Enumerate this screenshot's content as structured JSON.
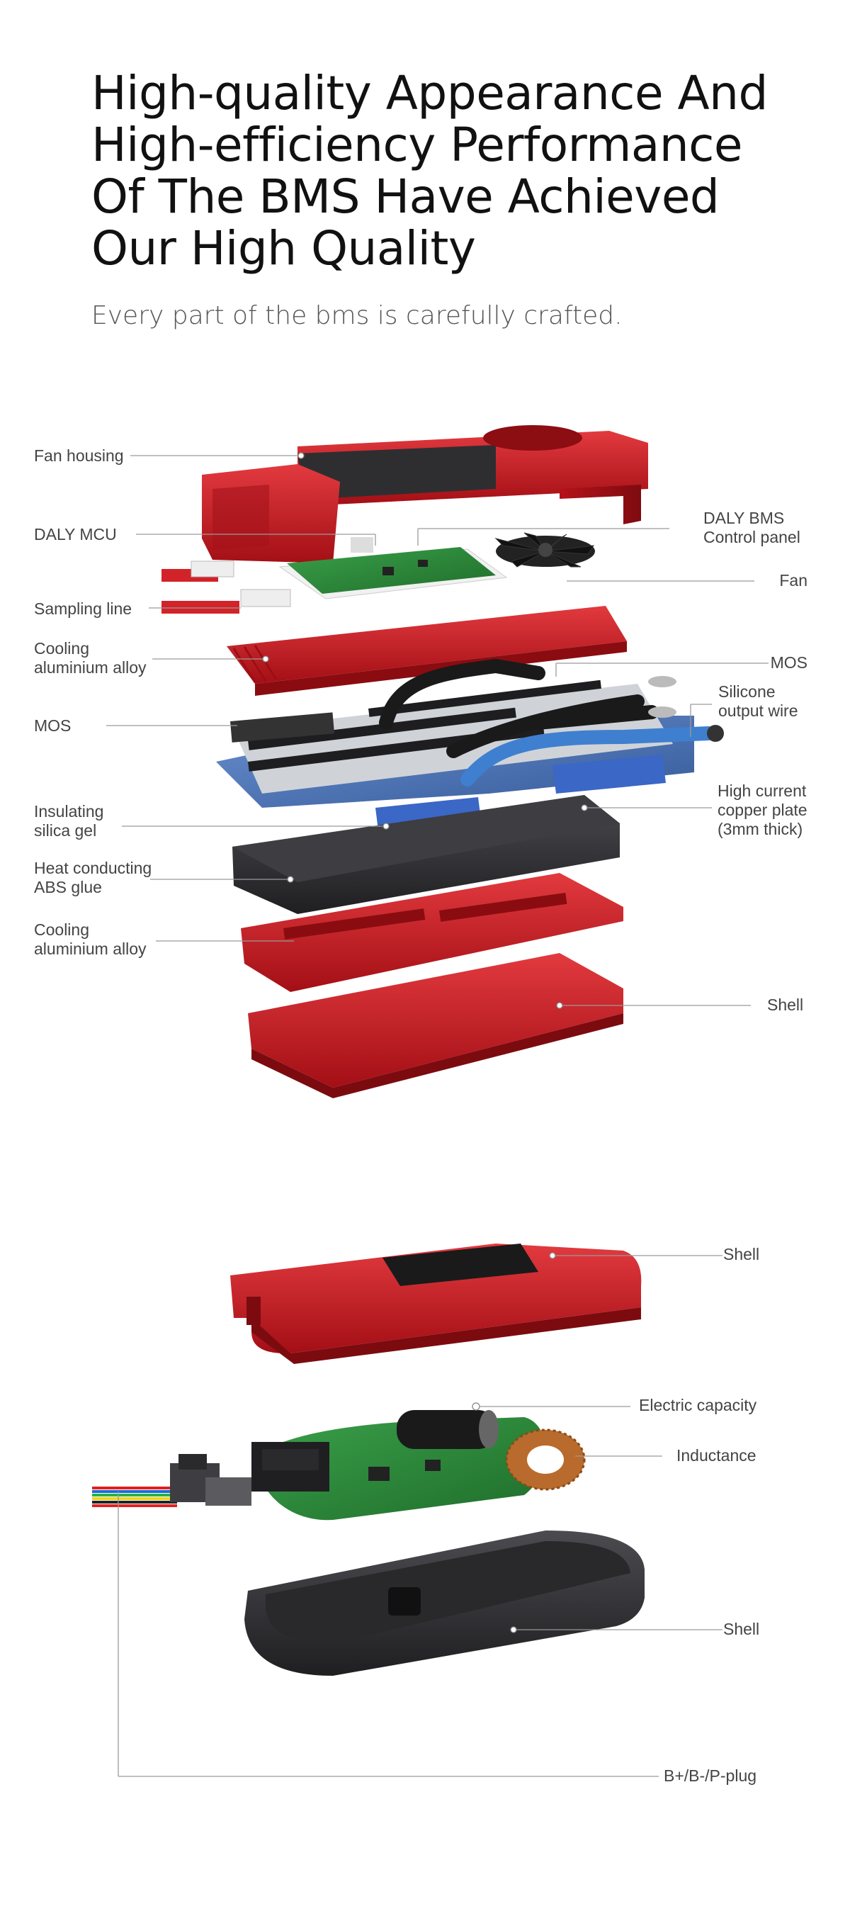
{
  "header": {
    "title_lines": [
      "High-quality Appearance And",
      "High-efficiency Performance",
      "Of The BMS Have Achieved",
      "Our High Quality"
    ],
    "subtitle": "Every part of the bms is carefully crafted."
  },
  "diagram1": {
    "labels_left": {
      "fan_housing": "Fan housing",
      "daly_mcu": "DALY MCU",
      "sampling_line": "Sampling line",
      "cooling_1": [
        "Cooling",
        "aluminium alloy"
      ],
      "mos": "MOS",
      "insulating": [
        "Insulating",
        "silica gel"
      ],
      "heat_conducting": [
        "Heat conducting",
        "ABS glue"
      ],
      "cooling_2": [
        "Cooling",
        "aluminium alloy"
      ]
    },
    "labels_right": {
      "control_panel": [
        "DALY BMS",
        "Control panel"
      ],
      "fan": "Fan",
      "mos": "MOS",
      "silicone": [
        "Silicone",
        "output wire"
      ],
      "copper": [
        "High current",
        "copper plate",
        "(3mm thick)"
      ],
      "shell": "Shell"
    }
  },
  "diagram2": {
    "labels": {
      "shell_top": "Shell",
      "capacity": "Electric capacity",
      "inductance": "Inductance",
      "shell_bottom": "Shell",
      "plug": "B+/B-/P-plug"
    }
  },
  "colors": {
    "red": "#c8161d",
    "dark_red": "#8e0f14",
    "pcb_green": "#2e8b3a",
    "pcb_blue": "#4a6fb0",
    "graphite": "#3a3a3e",
    "leader": "#9a9a9a"
  }
}
